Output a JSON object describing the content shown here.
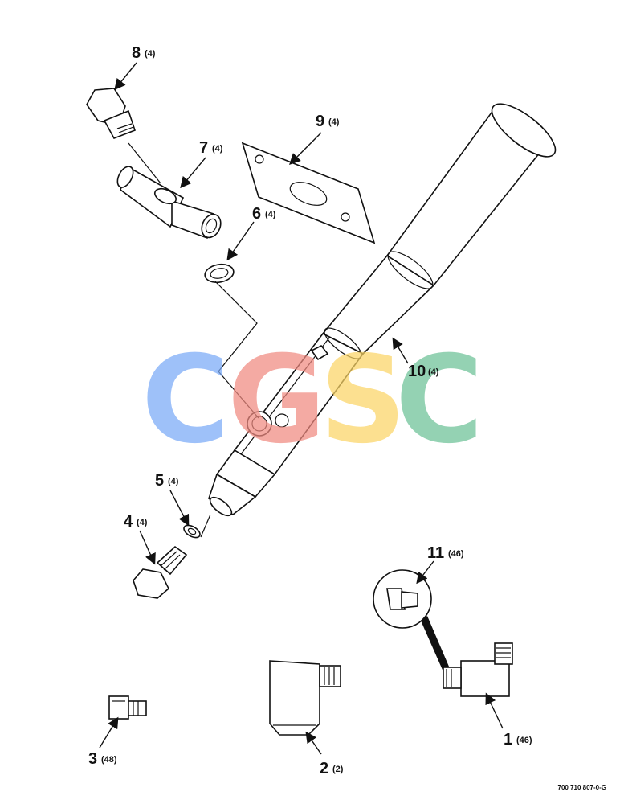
{
  "callouts": [
    {
      "id": "1",
      "number": "1",
      "qty": "(46)"
    },
    {
      "id": "2",
      "number": "2",
      "qty": "(2)"
    },
    {
      "id": "3",
      "number": "3",
      "qty": "(48)"
    },
    {
      "id": "4",
      "number": "4",
      "qty": "(4)"
    },
    {
      "id": "5",
      "number": "5",
      "qty": "(4)"
    },
    {
      "id": "6",
      "number": "6",
      "qty": "(4)"
    },
    {
      "id": "7",
      "number": "7",
      "qty": "(4)"
    },
    {
      "id": "8",
      "number": "8",
      "qty": "(4)"
    },
    {
      "id": "9",
      "number": "9",
      "qty": "(4)"
    },
    {
      "id": "10",
      "number": "10",
      "qty": "(4)"
    },
    {
      "id": "11",
      "number": "11",
      "qty": "(46)"
    }
  ],
  "reference_code": "700 710 807-0-G",
  "watermark": {
    "letters": [
      "C",
      "G",
      "S",
      "C"
    ],
    "colors": [
      "#7aaaf8",
      "#f08a80",
      "#fbd566",
      "#6cc196"
    ]
  }
}
